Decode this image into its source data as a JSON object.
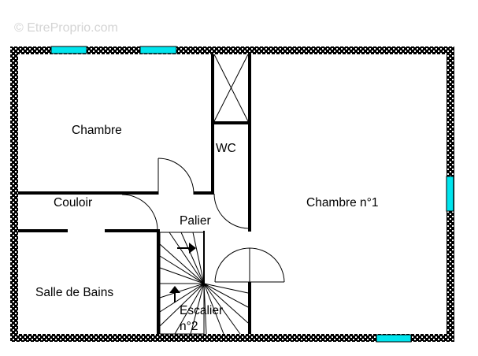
{
  "watermark": "© EtreProprio.com",
  "rooms": {
    "chambre": "Chambre",
    "wc": "WC",
    "couloir": "Couloir",
    "palier": "Palier",
    "chambre_1": "Chambre n°1",
    "salle_de_bains": "Salle de Bains",
    "escalier_line1": "Escalier",
    "escalier_line2": "n°2"
  },
  "colors": {
    "wall": "#000000",
    "window": "#00e5ee",
    "background": "#ffffff",
    "watermark": "#d4d4d4"
  }
}
